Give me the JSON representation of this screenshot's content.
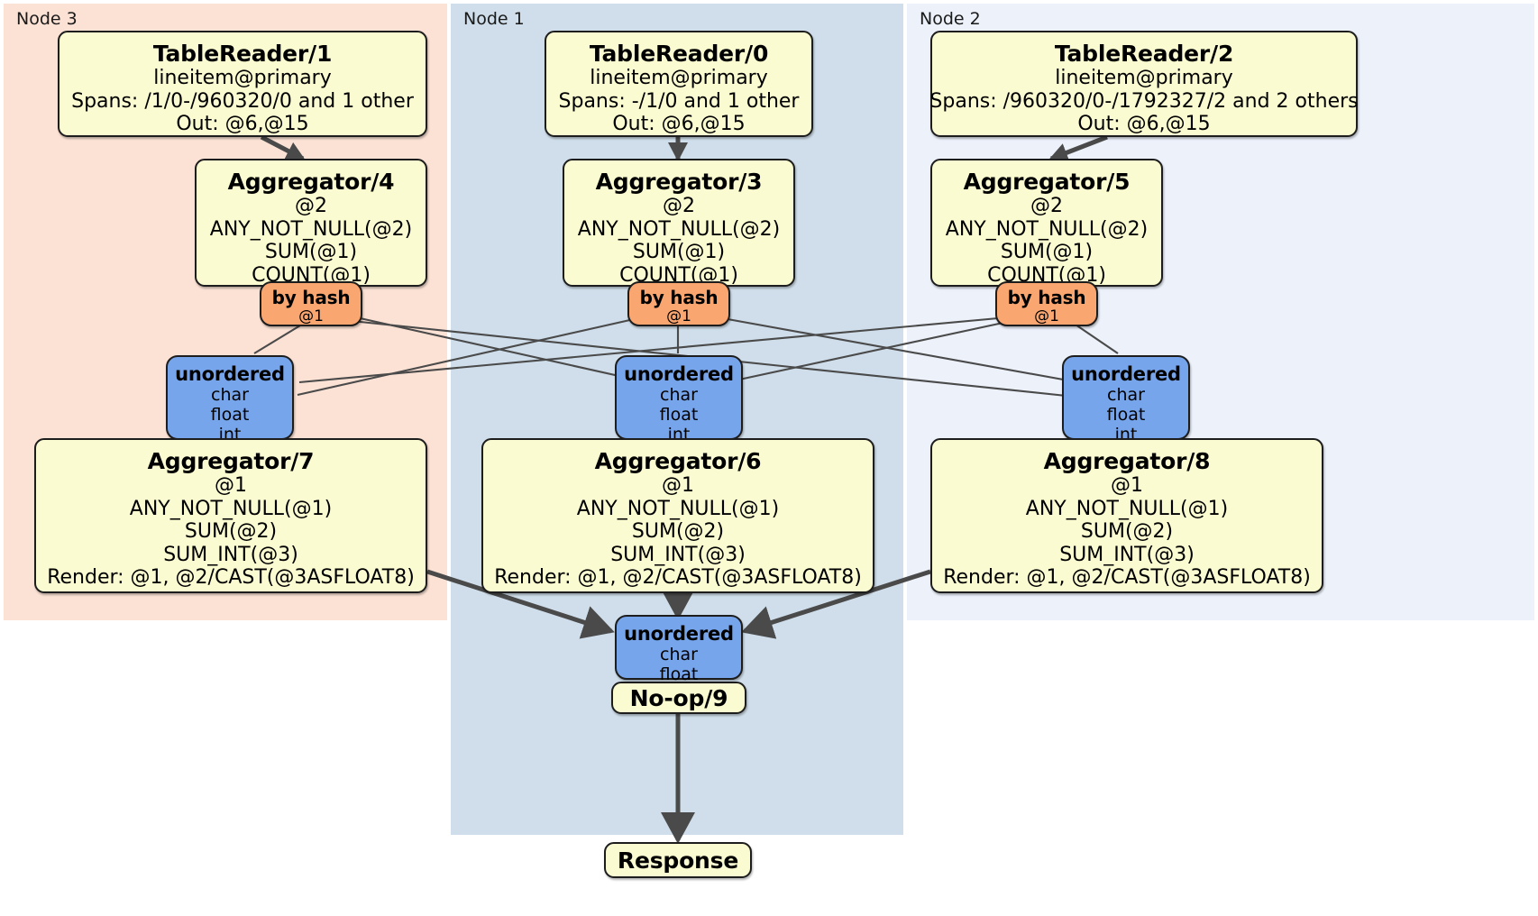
{
  "diagram": {
    "type": "distributed-query-plan",
    "colors": {
      "processor_fill": "#fbfbd2",
      "hash_router_fill": "#f9a671",
      "unordered_router_fill": "#76a5ec",
      "node3_panel": "#fce2d5",
      "node1_panel": "#cfdeea",
      "node2_panel": "#ecf1fa",
      "edge": "#4a4a4a",
      "border": "#1d1d1d"
    }
  },
  "clusters": [
    {
      "id": "node3",
      "label": "Node 3"
    },
    {
      "id": "node1",
      "label": "Node 1"
    },
    {
      "id": "node2",
      "label": "Node 2"
    }
  ],
  "nodes": {
    "table_reader_1": {
      "title": "TableReader/1",
      "lines": [
        "lineitem@primary",
        "Spans: /1/0-/960320/0 and 1 other",
        "Out: @6,@15"
      ]
    },
    "table_reader_0": {
      "title": "TableReader/0",
      "lines": [
        "lineitem@primary",
        "Spans: -/1/0 and 1 other",
        "Out: @6,@15"
      ]
    },
    "table_reader_2": {
      "title": "TableReader/2",
      "lines": [
        "lineitem@primary",
        "Spans: /960320/0-/1792327/2 and 2 others",
        "Out: @6,@15"
      ]
    },
    "aggregator_4": {
      "title": "Aggregator/4",
      "lines": [
        "@2",
        "ANY_NOT_NULL(@2)",
        "SUM(@1)",
        "COUNT(@1)"
      ]
    },
    "aggregator_3": {
      "title": "Aggregator/3",
      "lines": [
        "@2",
        "ANY_NOT_NULL(@2)",
        "SUM(@1)",
        "COUNT(@1)"
      ]
    },
    "aggregator_5": {
      "title": "Aggregator/5",
      "lines": [
        "@2",
        "ANY_NOT_NULL(@2)",
        "SUM(@1)",
        "COUNT(@1)"
      ]
    },
    "by_hash_left": {
      "title": "by hash",
      "lines": [
        "@1"
      ]
    },
    "by_hash_center": {
      "title": "by hash",
      "lines": [
        "@1"
      ]
    },
    "by_hash_right": {
      "title": "by hash",
      "lines": [
        "@1"
      ]
    },
    "unordered_left": {
      "title": "unordered",
      "lines": [
        "char",
        "float",
        "int"
      ]
    },
    "unordered_center": {
      "title": "unordered",
      "lines": [
        "char",
        "float",
        "int"
      ]
    },
    "unordered_right": {
      "title": "unordered",
      "lines": [
        "char",
        "float",
        "int"
      ]
    },
    "aggregator_7": {
      "title": "Aggregator/7",
      "lines": [
        "@1",
        "ANY_NOT_NULL(@1)",
        "SUM(@2)",
        "SUM_INT(@3)",
        "Render: @1, @2/CAST(@3ASFLOAT8)"
      ]
    },
    "aggregator_6": {
      "title": "Aggregator/6",
      "lines": [
        "@1",
        "ANY_NOT_NULL(@1)",
        "SUM(@2)",
        "SUM_INT(@3)",
        "Render: @1, @2/CAST(@3ASFLOAT8)"
      ]
    },
    "aggregator_8": {
      "title": "Aggregator/8",
      "lines": [
        "@1",
        "ANY_NOT_NULL(@1)",
        "SUM(@2)",
        "SUM_INT(@3)",
        "Render: @1, @2/CAST(@3ASFLOAT8)"
      ]
    },
    "unordered_final": {
      "title": "unordered",
      "lines": [
        "char",
        "float"
      ]
    },
    "no_op_9": {
      "title": "No-op/9",
      "lines": []
    },
    "response": {
      "title": "Response",
      "lines": []
    }
  }
}
